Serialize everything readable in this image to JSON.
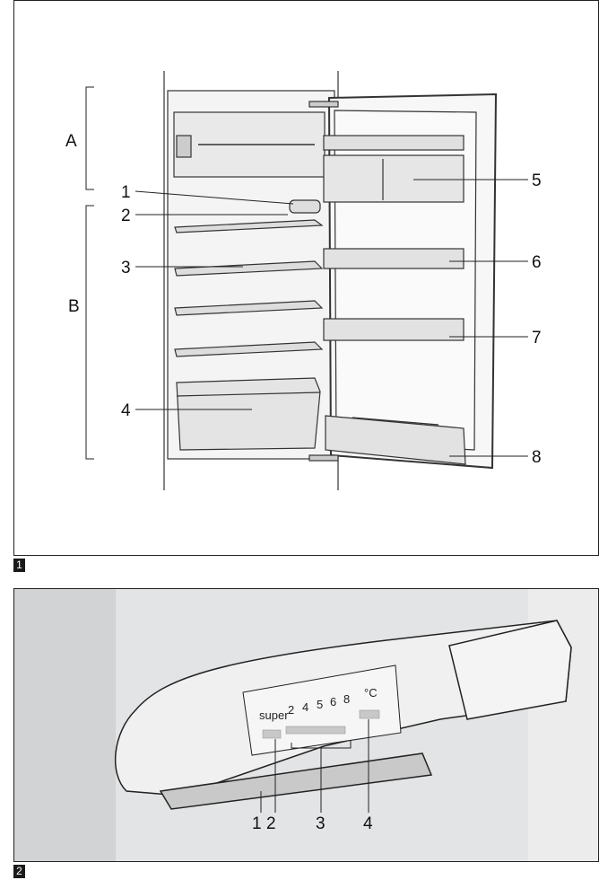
{
  "figure1": {
    "number": "1",
    "section_labels": [
      "A",
      "B"
    ],
    "callouts": [
      "1",
      "2",
      "3",
      "4",
      "5",
      "6",
      "7",
      "8"
    ]
  },
  "figure2": {
    "number": "2",
    "panel": {
      "super_label": "super",
      "temperatures": [
        "2",
        "4",
        "5",
        "6",
        "8"
      ],
      "unit": "°C"
    },
    "callouts": [
      "1",
      "2",
      "3",
      "4"
    ]
  }
}
